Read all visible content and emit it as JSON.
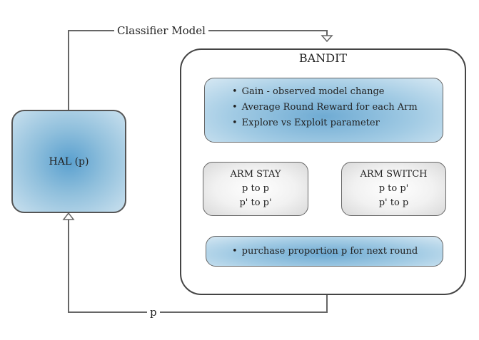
{
  "hal": {
    "label": "HAL (p)"
  },
  "edges": {
    "top_label": "Classifier Model",
    "bottom_label": "p"
  },
  "bandit": {
    "title": "BANDIT",
    "info_items": [
      "Gain - observed model change",
      "Average Round Reward for each Arm",
      "Explore vs Exploit parameter"
    ],
    "arm_stay": {
      "title": "ARM STAY",
      "lines": [
        "p to p",
        "p' to p'"
      ]
    },
    "arm_switch": {
      "title": "ARM SWITCH",
      "lines": [
        "p to p'",
        "p' to p"
      ]
    },
    "output_item": "purchase proportion p for next round"
  }
}
